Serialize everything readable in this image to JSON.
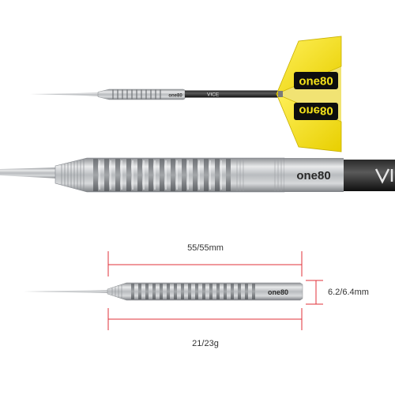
{
  "product": {
    "brand_logo": "one80",
    "shaft_brand": "VICE",
    "flight_color": "#f5e21a",
    "accent_color": "#e0303a"
  },
  "dimensions": {
    "length_label": "55/55mm",
    "diameter_label": "6.2/6.4mm",
    "weight_label": "21/23g"
  },
  "icons": {
    "shaft_logo": "vice-logo-icon"
  }
}
